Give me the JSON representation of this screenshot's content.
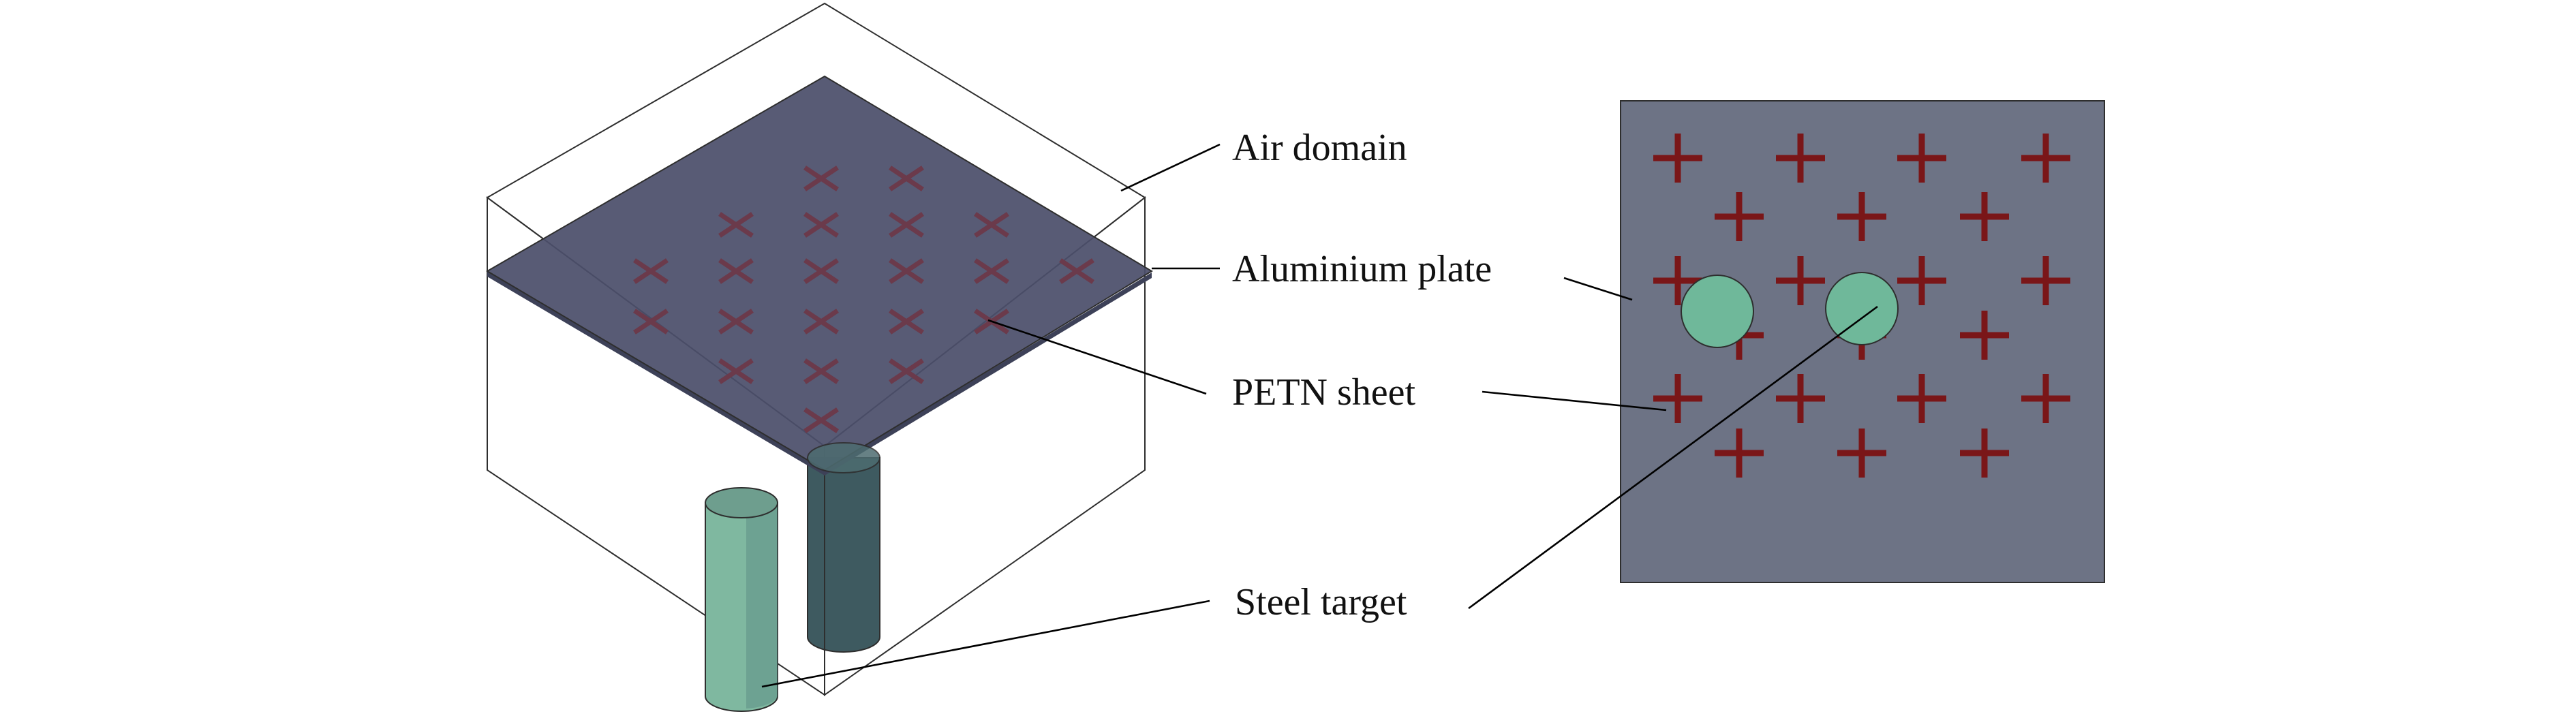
{
  "labels": {
    "air_domain": "Air domain",
    "aluminium_plate": "Aluminium plate",
    "petn_sheet": "PETN sheet",
    "steel_target": "Steel target"
  },
  "colors": {
    "air_box_top": "#aeb8b3",
    "air_box_left": "#a5b0ab",
    "air_box_right": "#8e9997",
    "plate": "#4b4f6b",
    "plate_rim": "#3d4158",
    "petn_x_marks": "#6b3a4b",
    "steel_cylinder_light": "#7fb8a0",
    "steel_cylinder_dark": "#3e5a60",
    "plan_background": "#6d7385",
    "plan_crosses": "#7a1618",
    "plan_targets": "#6fb89a",
    "leader_lines": "#000000"
  },
  "icons": {
    "petn_marker_iso": "x-mark",
    "petn_marker_plan": "plus-cross"
  }
}
